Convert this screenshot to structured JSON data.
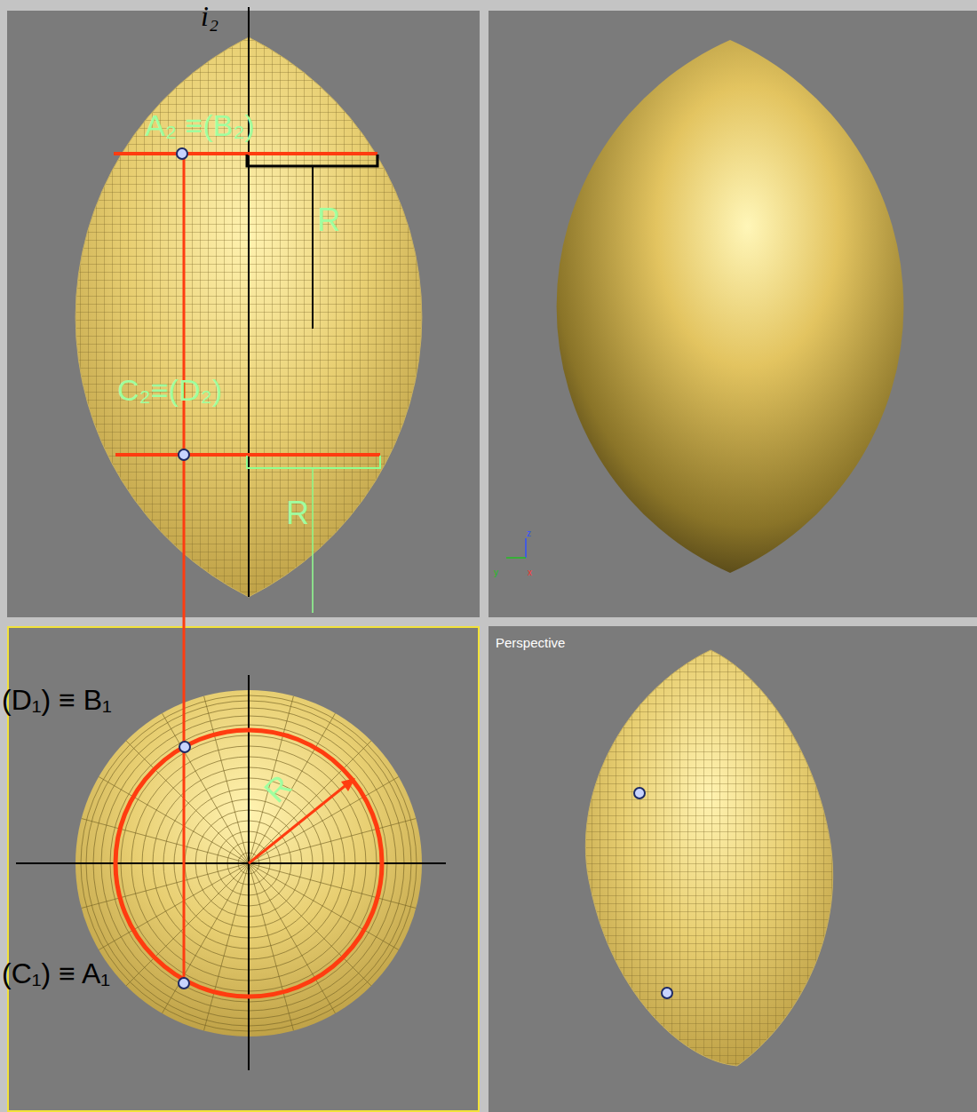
{
  "diagram": {
    "labels": [
      "i₂",
      "A₂ ≡(B₂)",
      "R",
      "C₂≡(D₂)",
      "R",
      "(D₁) ≡ B₁",
      "R",
      "(C₁) ≡ A₁",
      "Perspective",
      "z",
      "y",
      "x"
    ]
  }
}
